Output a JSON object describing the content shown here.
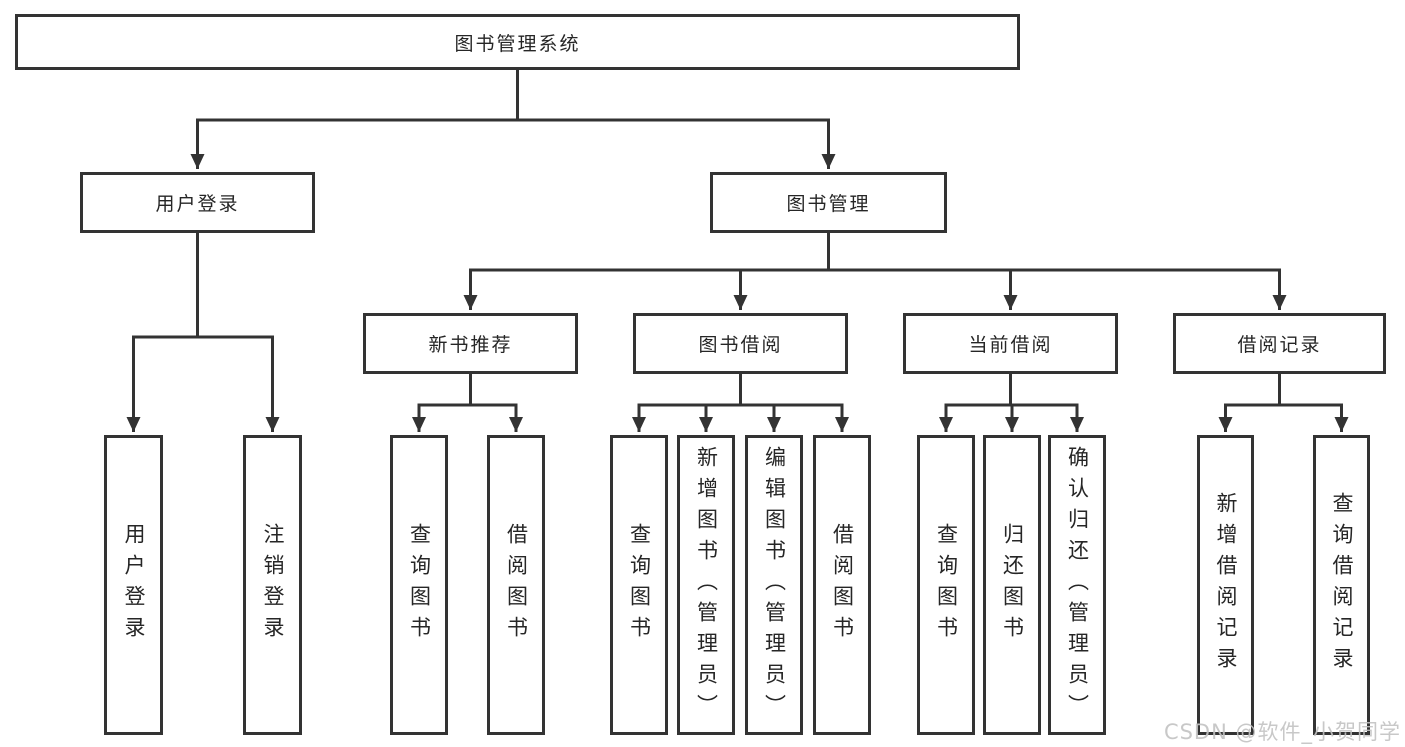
{
  "tree": {
    "label": "图书管理系统",
    "children": [
      {
        "label": "用户登录",
        "children": [
          {
            "label": "用户登录"
          },
          {
            "label": "注销登录"
          }
        ]
      },
      {
        "label": "图书管理",
        "children": [
          {
            "label": "新书推荐",
            "children": [
              {
                "label": "查询图书"
              },
              {
                "label": "借阅图书"
              }
            ]
          },
          {
            "label": "图书借阅",
            "children": [
              {
                "label": "查询图书"
              },
              {
                "label": "新增图书（管理员）"
              },
              {
                "label": "编辑图书（管理员）"
              },
              {
                "label": "借阅图书"
              }
            ]
          },
          {
            "label": "当前借阅",
            "children": [
              {
                "label": "查询图书"
              },
              {
                "label": "归还图书"
              },
              {
                "label": "确认归还（管理员）"
              }
            ]
          },
          {
            "label": "借阅记录",
            "children": [
              {
                "label": "新增借阅记录"
              },
              {
                "label": "查询借阅记录"
              }
            ]
          }
        ]
      }
    ]
  },
  "watermark": {
    "text": "CSDN @软件_小贺同学"
  },
  "colors": {
    "line": "#333333",
    "text": "#262626",
    "box_bg": "#ffffff",
    "page_bg": "#ffffff",
    "watermark": "#c3c3c3"
  }
}
